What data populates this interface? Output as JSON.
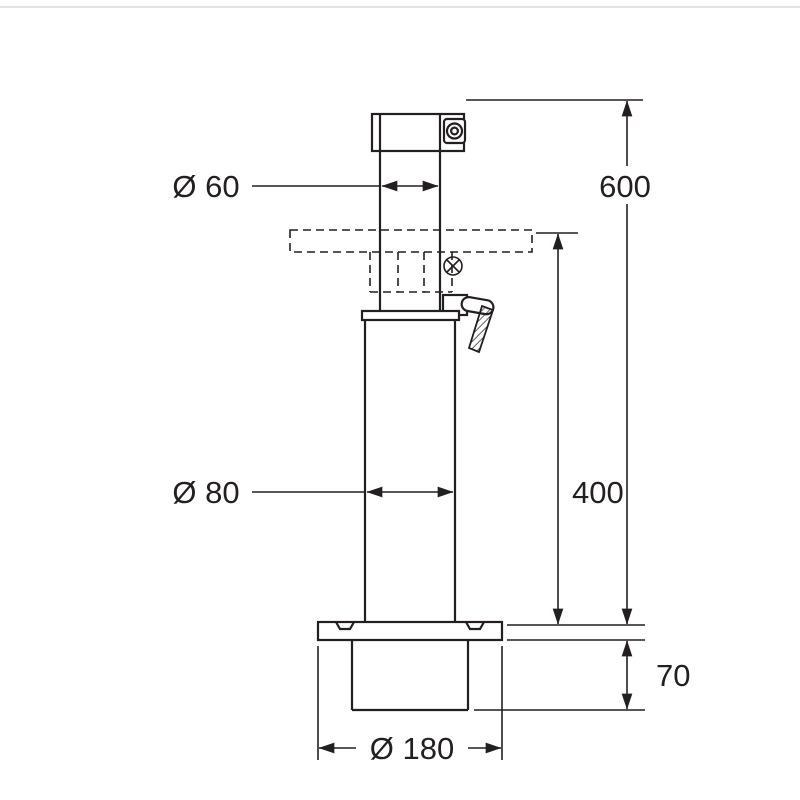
{
  "drawing": {
    "type": "technical-dimension-drawing",
    "subject": "table-pedestal-column",
    "line_color": "#231f20",
    "background_color": "#ffffff",
    "top_border_color": "#e3e3e3",
    "labels": {
      "top_tube_diameter": "Ø 60",
      "overall_height": "600",
      "column_diameter": "Ø 80",
      "column_height": "400",
      "recess_depth": "70",
      "base_diameter": "Ø 180"
    }
  }
}
